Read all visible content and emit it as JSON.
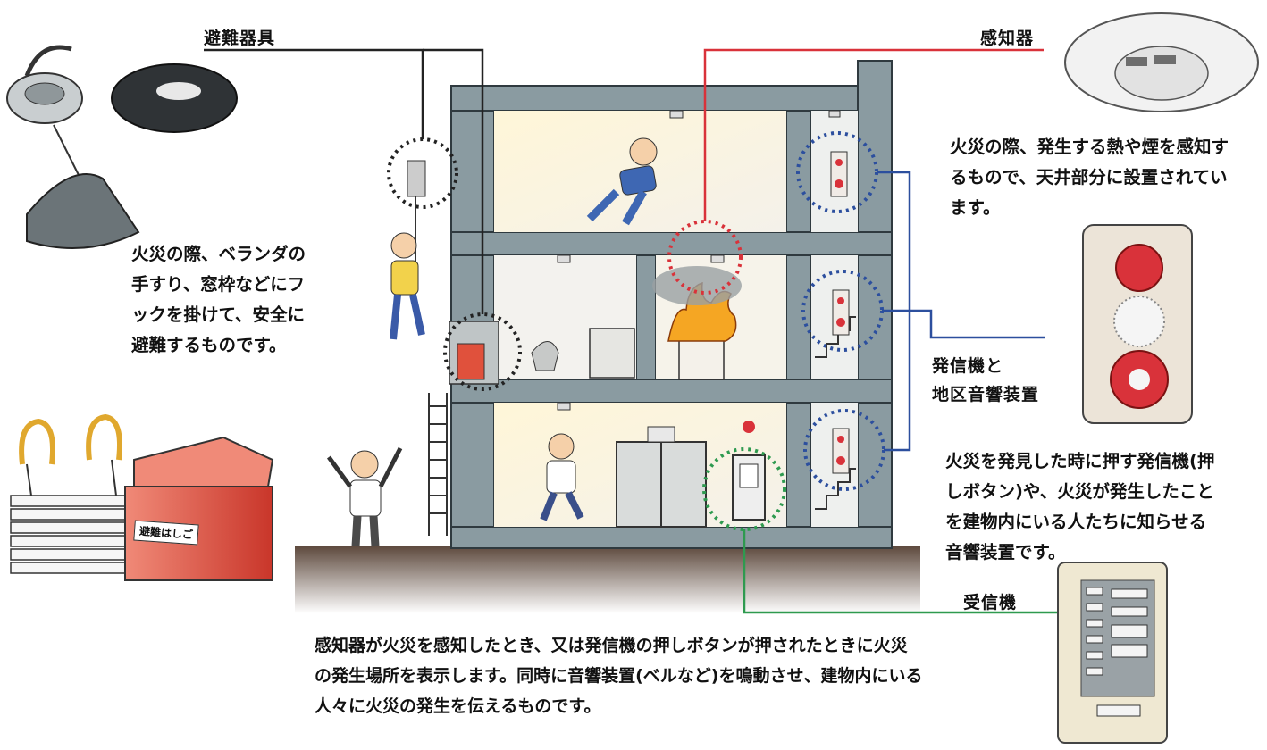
{
  "labels": {
    "escape_equipment": "避難器具",
    "detector": "感知器",
    "transmitter_line1": "発信機と",
    "transmitter_line2": "地区音響装置",
    "receiver": "受信機"
  },
  "descriptions": {
    "escape": [
      "火災の際、ベランダの",
      "手すり、窓枠などにフ",
      "ックを掛けて、安全に",
      "避難するものです。"
    ],
    "detector": [
      "火災の際、発生する熱や煙を感知す",
      "るもので、天井部分に設置されてい",
      "ます。"
    ],
    "transmitter": [
      "火災を発見した時に押す発信機(押",
      "しボタン)や、火災が発生したこと",
      "を建物内にいる人たちに知らせる",
      "音響装置です。"
    ],
    "receiver": [
      "感知器が火災を感知したとき、又は発信機の押しボタンが押されたときに火災",
      "の発生場所を表示します。同時に音響装置(ベルなど)を鳴動させ、建物内にいる",
      "人々に火災の発生を伝えるものです。"
    ]
  },
  "box_label": "避難はしご",
  "colors": {
    "wall": "#8a9ba1",
    "wall_dark": "#5f6f76",
    "detector_line": "#d9323a",
    "transmitter_line": "#2c4f9e",
    "receiver_line": "#2e9a4f",
    "escape_line": "#222222",
    "ladder_box": "#e0513c",
    "fire": "#f5a623"
  }
}
